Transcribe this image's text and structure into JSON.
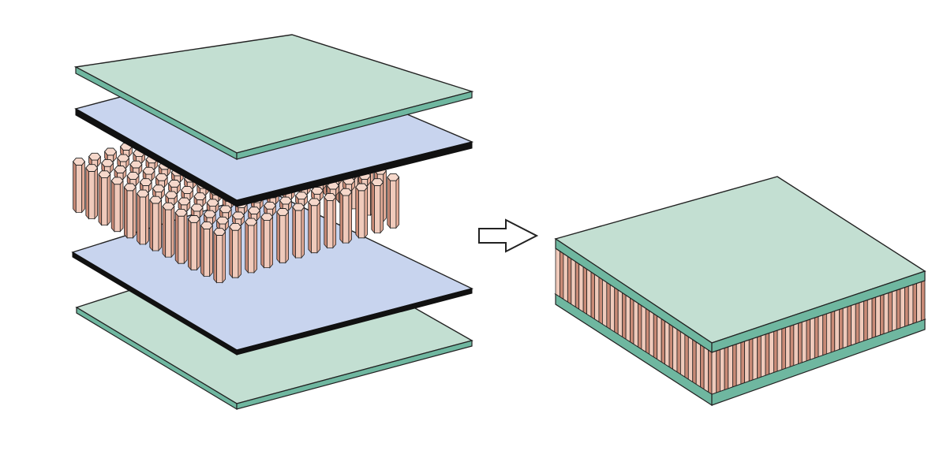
{
  "diagram": {
    "exploded_view": {
      "layers_top_to_bottom": [
        "face-sheet-top",
        "adhesive-film-top",
        "honeycomb-core",
        "adhesive-film-bottom",
        "face-sheet-bottom"
      ]
    },
    "arrow": {
      "direction": "right"
    },
    "assembled_view": {
      "layers_top_to_bottom": [
        "face-sheet-top",
        "honeycomb-core",
        "face-sheet-bottom"
      ]
    }
  },
  "colors": {
    "face_sheet": "#c3dfd2",
    "face_sheet_edge": "#6fb7a0",
    "adhesive_film": "#c8d4ee",
    "adhesive_edge": "#111111",
    "core_light": "#f0cabb",
    "core_mid": "#e4ac98",
    "core_dark": "#c98a76",
    "core_cell_top": "#f6d8cb",
    "outline": "#222222",
    "background": "#ffffff"
  }
}
